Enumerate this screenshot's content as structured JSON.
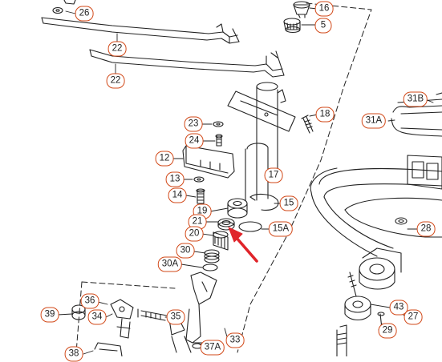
{
  "diagram": {
    "callouts": [
      "26",
      "16",
      "5",
      "22",
      "22",
      "31B",
      "18",
      "31A",
      "23",
      "24",
      "12",
      "17",
      "13",
      "14",
      "15",
      "19",
      "21",
      "15A",
      "20",
      "28",
      "30",
      "30A",
      "36",
      "39",
      "34",
      "35",
      "43",
      "27",
      "29",
      "38",
      "37A",
      "33"
    ],
    "colors": {
      "callout_border": "#d24a1a",
      "arrow": "#e0242a",
      "line": "#222222"
    }
  }
}
